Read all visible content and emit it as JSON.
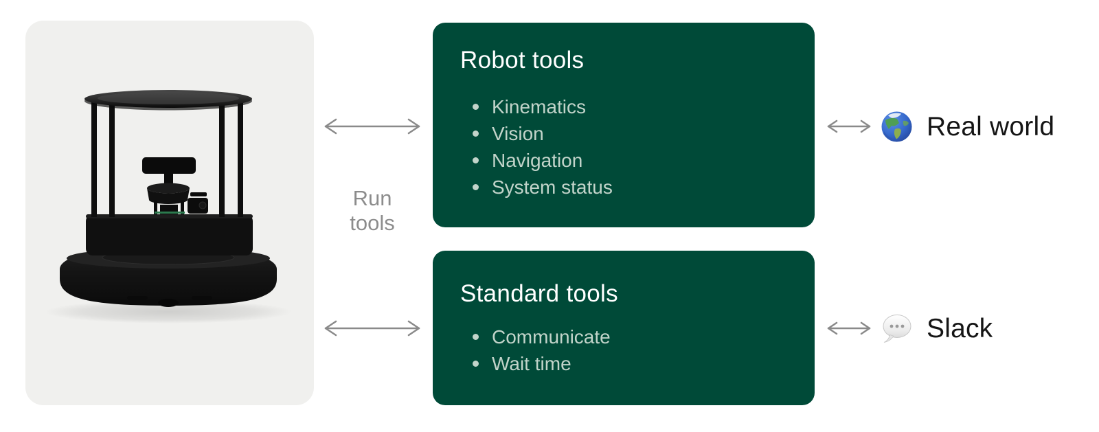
{
  "palette": {
    "box_bg": "#004A38",
    "box_title": "#FFFFFF",
    "box_item": "#C2D4CA",
    "arrow": "#8A8A8A",
    "run_label": "#8C8C8C",
    "endpoint_text": "#151515",
    "card_bg": "#F0F0EE",
    "page_bg": "#FFFFFF"
  },
  "robot_panel": {
    "illustration": "turtlebot-robot-photo"
  },
  "run_label": {
    "line1": "Run",
    "line2": "tools"
  },
  "boxes": [
    {
      "title": "Robot tools",
      "items": [
        "Kinematics",
        "Vision",
        "Navigation",
        "System status"
      ]
    },
    {
      "title": "Standard tools",
      "items": [
        "Communicate",
        "Wait time"
      ]
    }
  ],
  "endpoints": [
    {
      "icon": "globe-icon",
      "label": "Real world"
    },
    {
      "icon": "speech-balloon-icon",
      "label": "Slack"
    }
  ]
}
